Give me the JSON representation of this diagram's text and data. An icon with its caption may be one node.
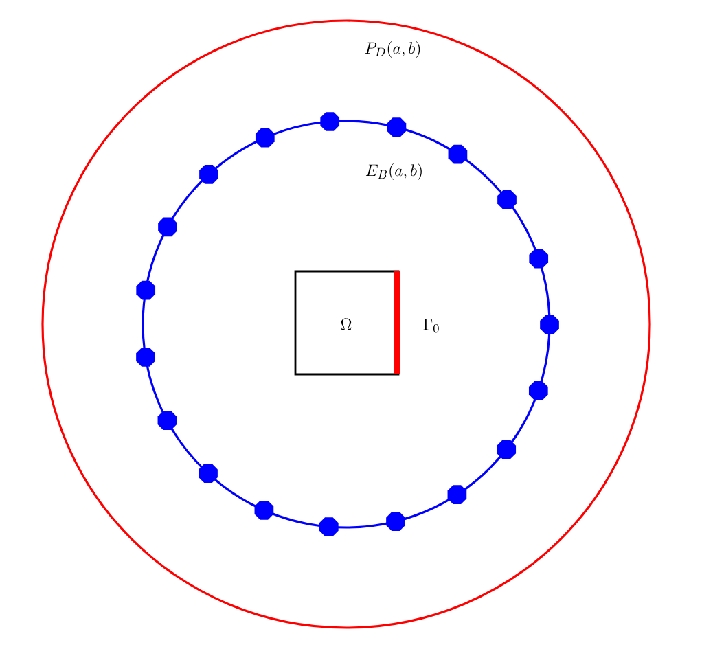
{
  "diagram": {
    "nodes": [
      {
        "text": [
          "P_D(a,b)"
        ]
      },
      {
        "text": [
          "E_B(a,b)"
        ],
        "in": 0
      },
      {
        "text": [
          "\\Omega"
        ],
        "beside": [
          "\\Gamma_0"
        ],
        "in": 1
      }
    ]
  }
}
